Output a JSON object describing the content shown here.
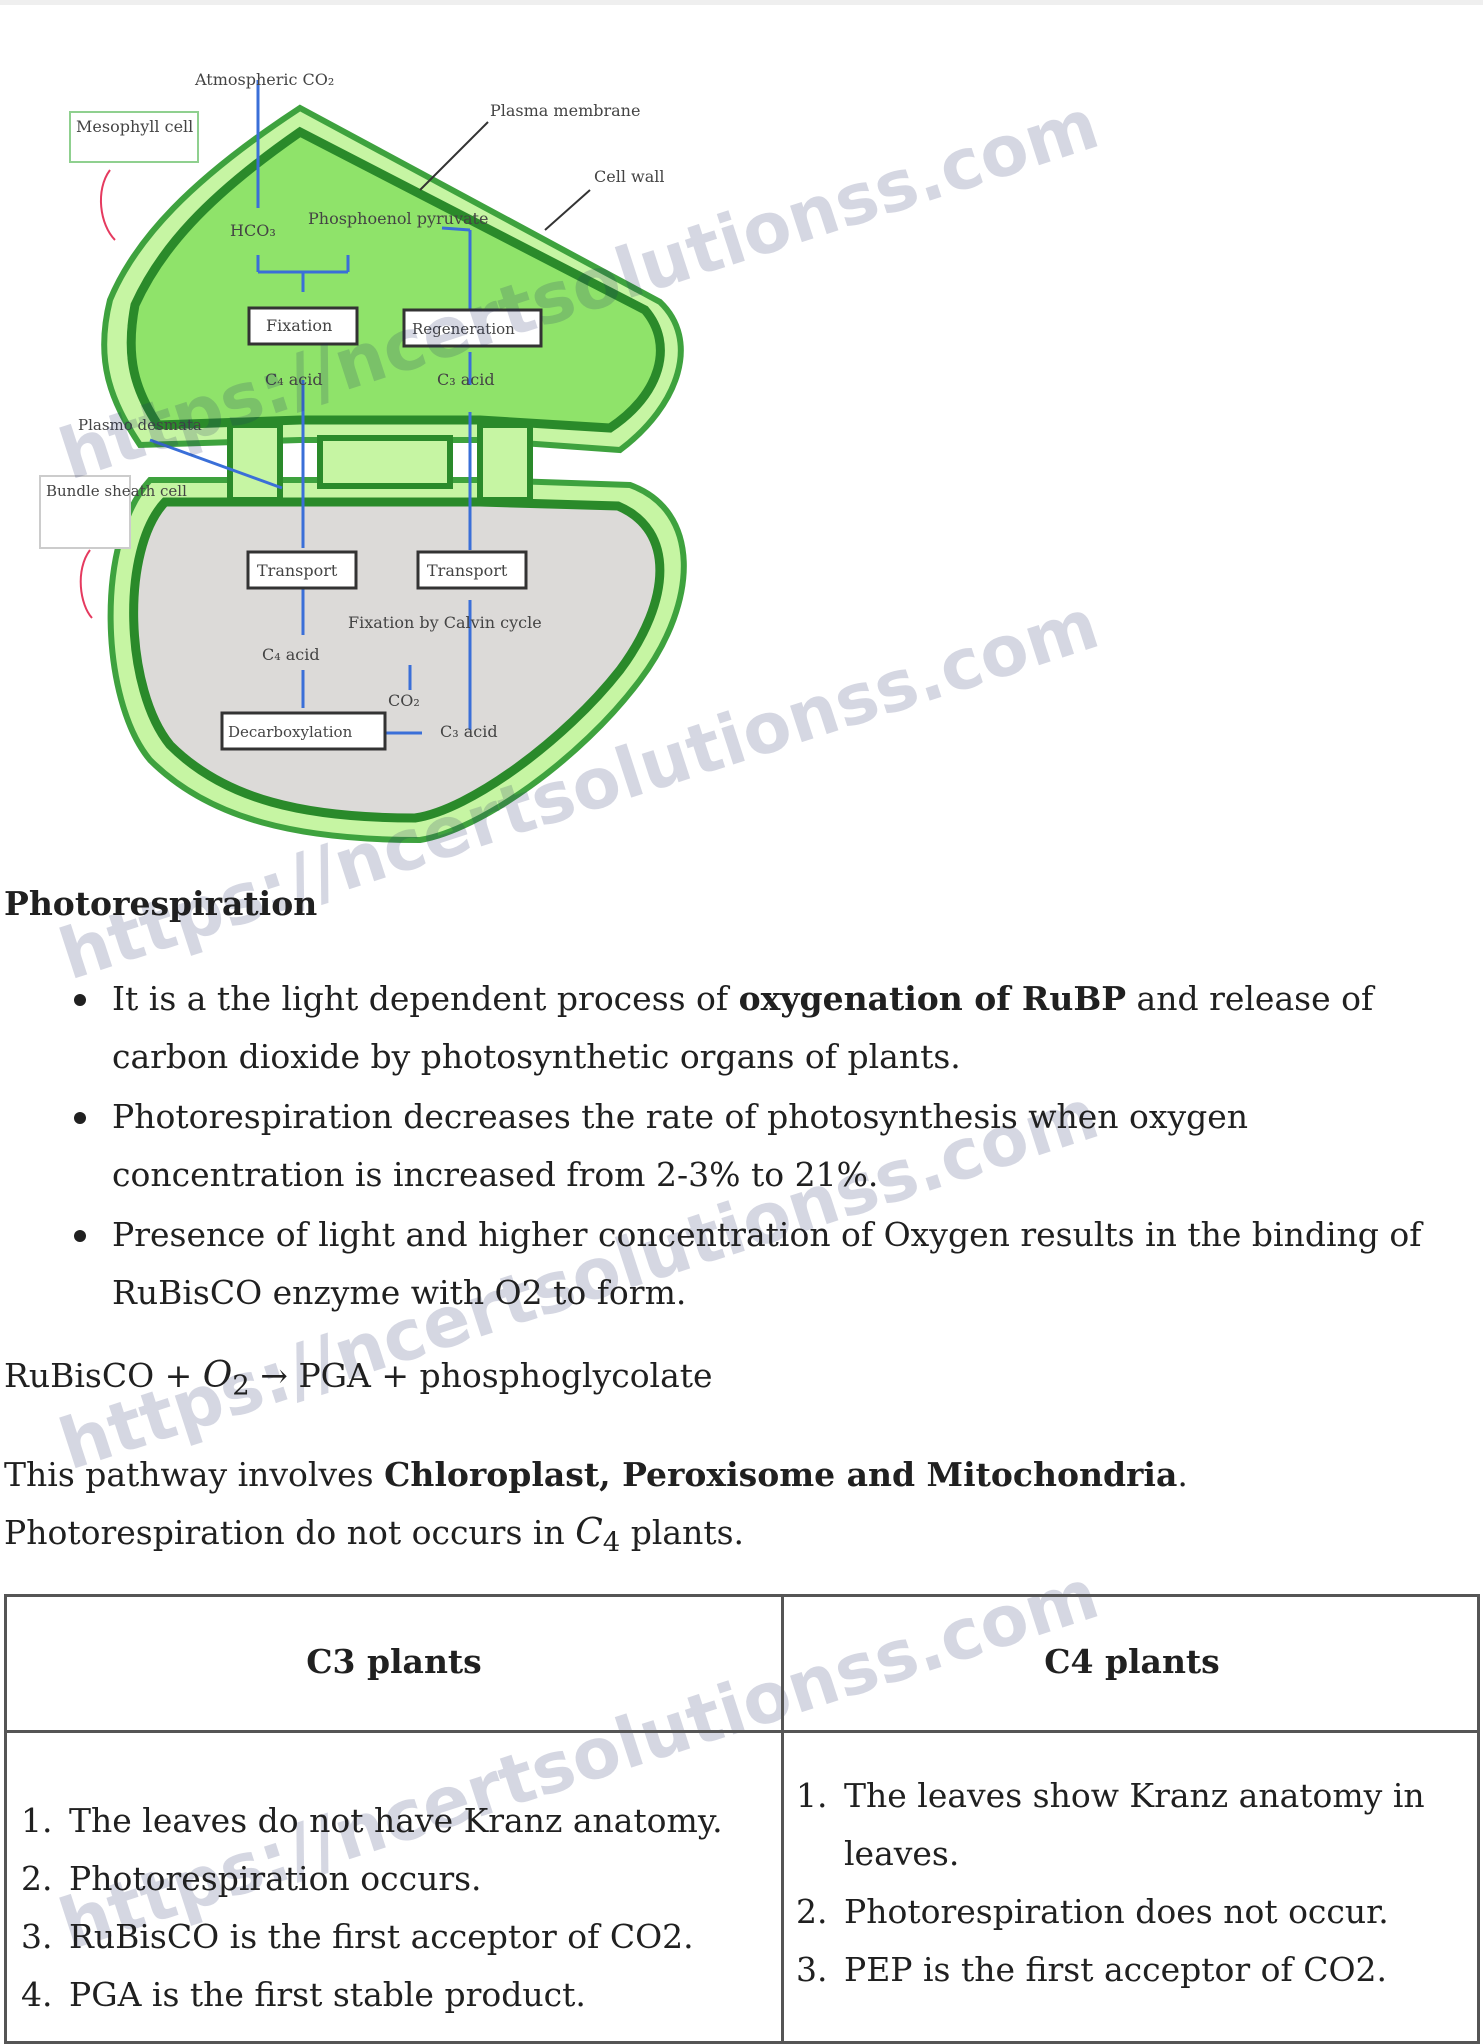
{
  "diagram": {
    "labels": {
      "atmospheric_co2": "Atmospheric CO₂",
      "mesophyll_cell": "Mesophyll cell",
      "plasma_membrane": "Plasma membrane",
      "cell_wall": "Cell wall",
      "hco3": "HCO₃",
      "pep": "Phosphoenol pyruvate",
      "fixation": "Fixation",
      "regeneration": "Regeneration",
      "c4_acid_top": "C₄ acid",
      "c3_acid_top": "C₃ acid",
      "plasmodesmata": "Plasmo desmata",
      "bundle_sheath_cell": "Bundle sheath cell",
      "transport_left": "Transport",
      "transport_right": "Transport",
      "fixation_calvin": "Fixation by Calvin cycle",
      "c4_acid_bottom": "C₄ acid",
      "co2": "CO₂",
      "decarboxylation": "Decarboxylation",
      "c3_acid_bottom": "C₃ acid"
    }
  },
  "watermark": "https://ncertsolutionss.com",
  "heading": "Photorespiration",
  "bullets": {
    "b1_pre": "It is a the light dependent process of ",
    "b1_bold": "oxygenation of RuBP",
    "b1_post": " and release of carbon dioxide by photosynthetic organs of plants.",
    "b2": "Photorespiration decreases the rate of photosynthesis when oxygen concentration is increased from 2-3% to 21%.",
    "b3": "Presence of light and higher concentration of Oxygen results in the binding of RuBisCO enzyme with O2 to form."
  },
  "equation": {
    "left": "RuBisCO + ",
    "o": "O",
    "o_sub": "2",
    "right": "PGA + phosphoglycolate"
  },
  "paragraph": {
    "pre": "This pathway involves ",
    "bold": "Chloroplast, Peroxisome and Mitochondria",
    "mid": ". Photorespiration do not occurs in ",
    "c": "C",
    "c_sub": "4",
    "post": " plants."
  },
  "table": {
    "headers": [
      "C3 plants",
      "C4 plants"
    ],
    "c3_items": [
      "The leaves do not have Kranz anatomy.",
      "Photorespiration occurs.",
      "RuBisCO is the first acceptor of CO2.",
      "PGA is the first stable product."
    ],
    "c4_items": [
      "The leaves show Kranz anatomy in leaves.",
      "Photorespiration does not occur.",
      "PEP is the first acceptor of CO2."
    ]
  }
}
